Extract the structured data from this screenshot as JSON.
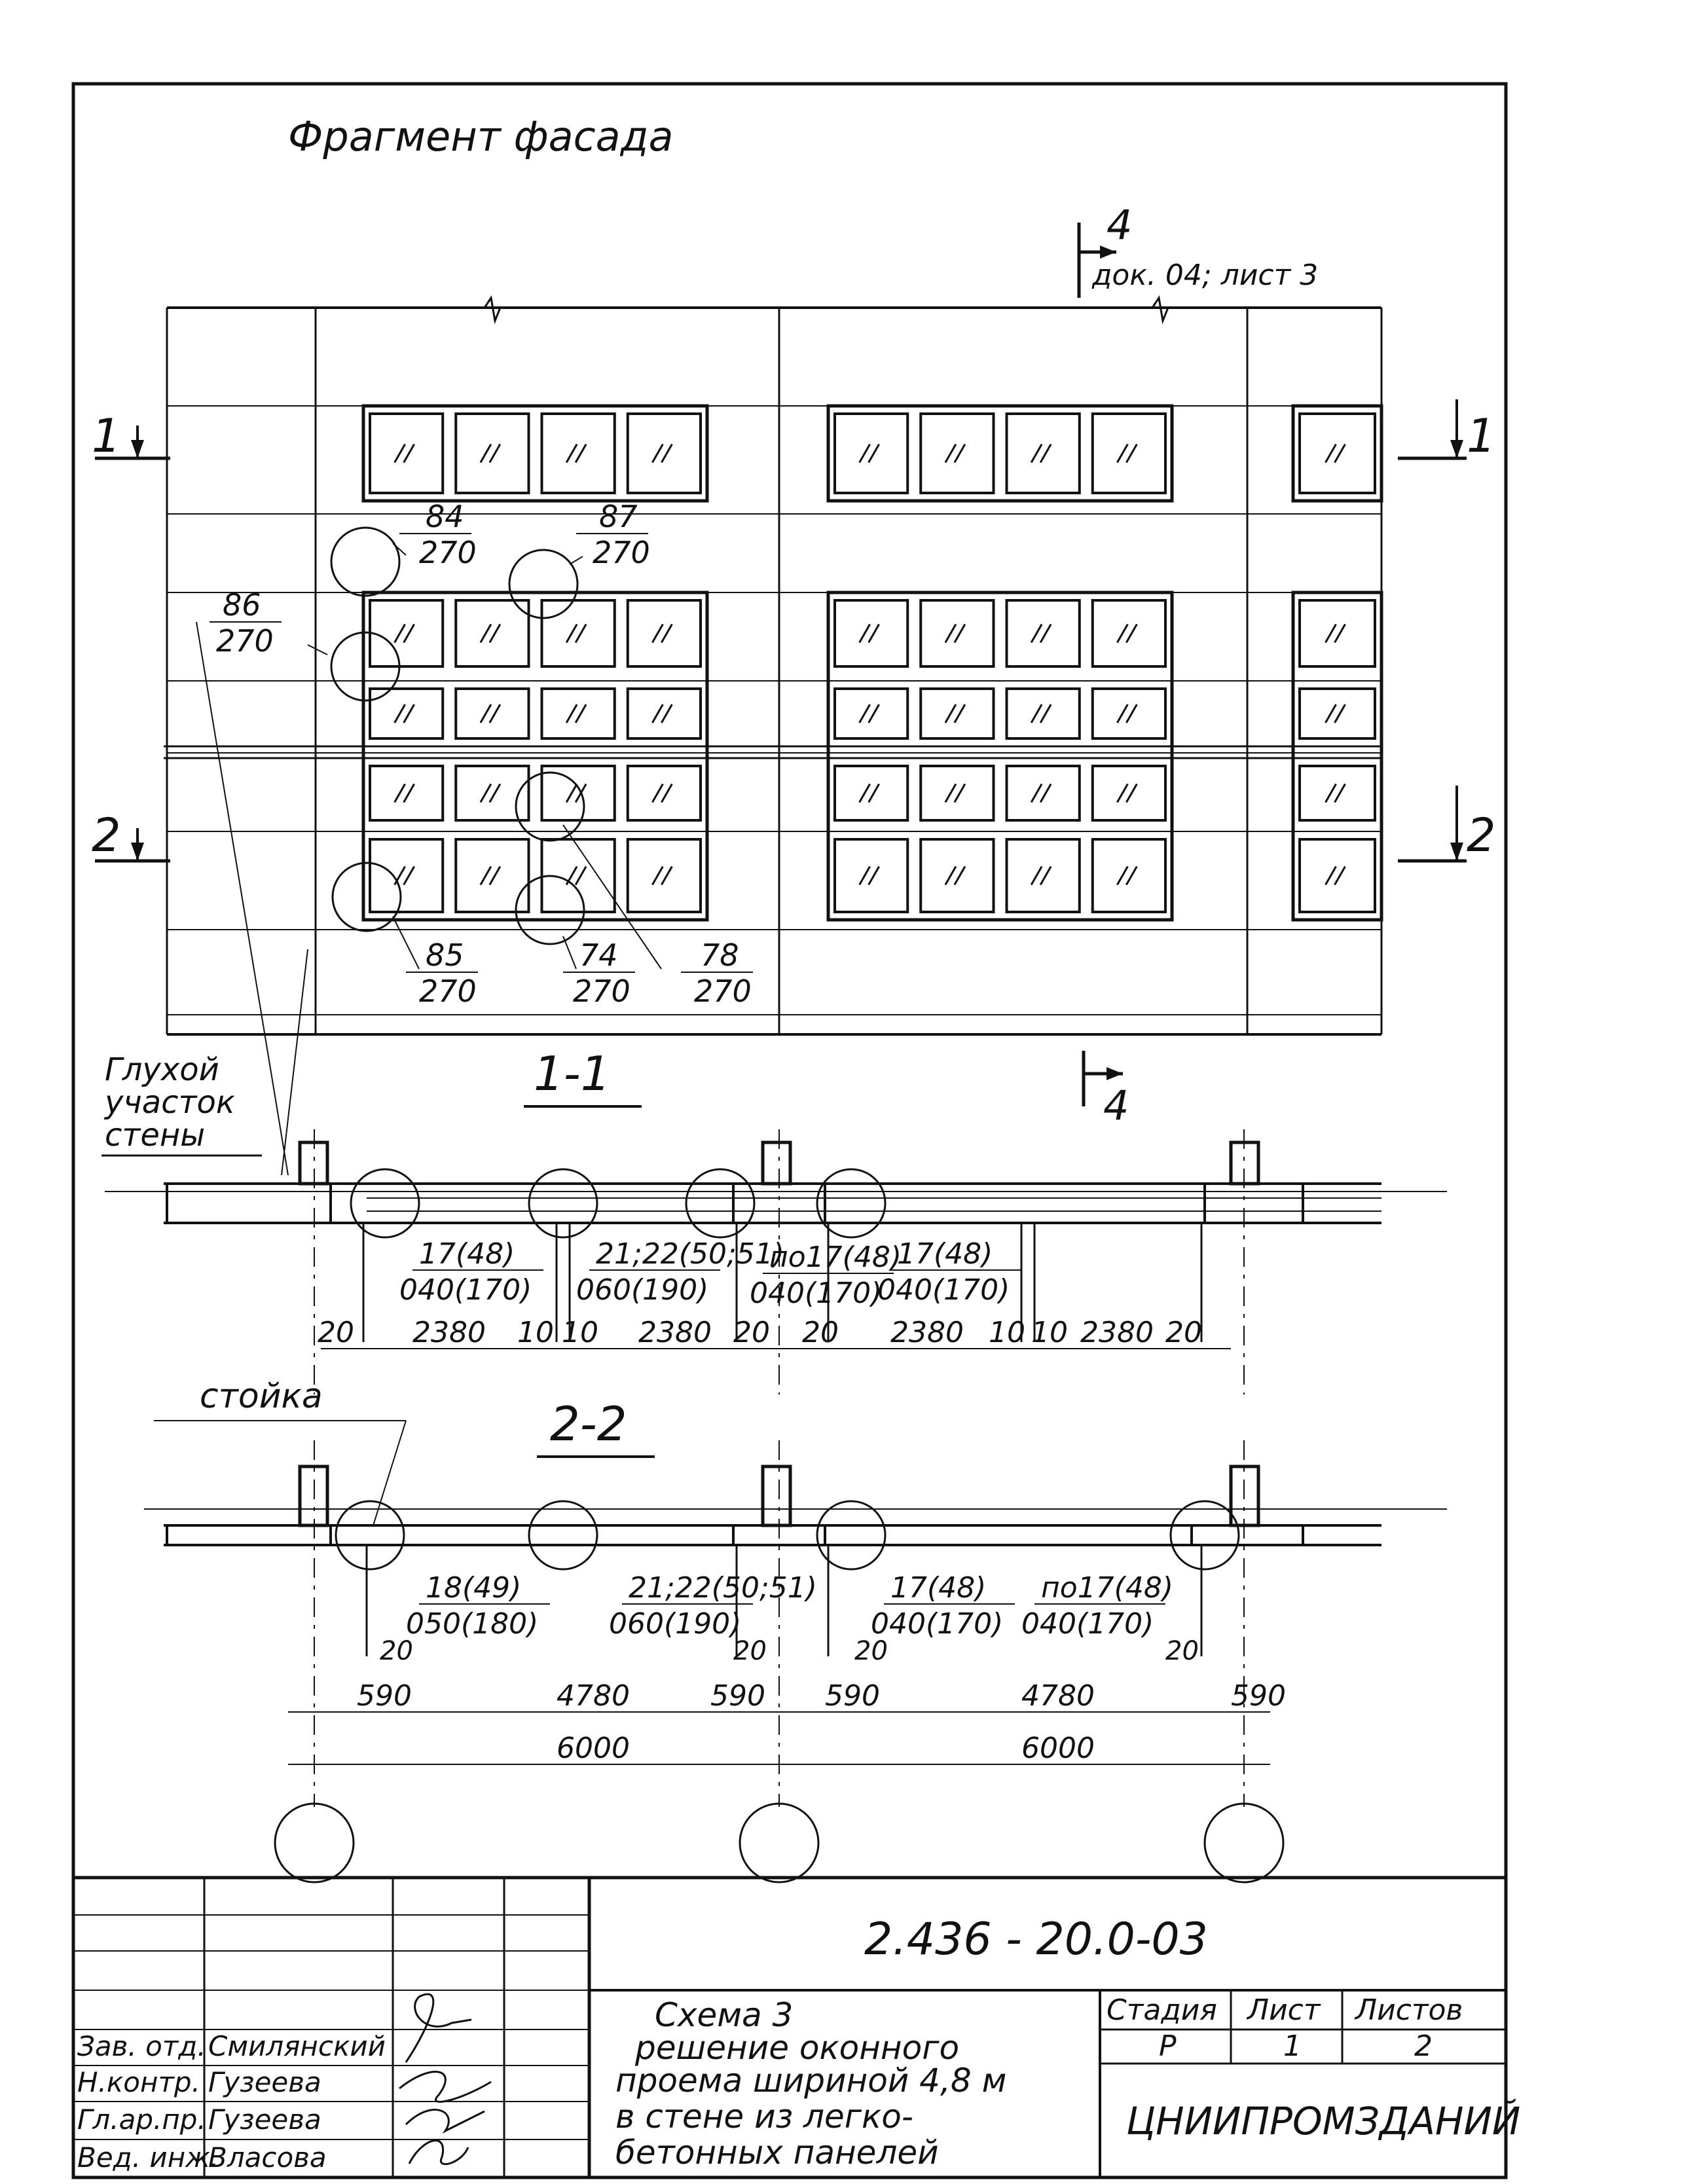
{
  "facade": {
    "title": "Фрагмент фасада",
    "ref_section": "4",
    "ref_doc": "док. 04; лист 3",
    "cut_1": "1",
    "cut_2": "2",
    "blind_wall": [
      "Глухой",
      "участок",
      "стены"
    ]
  },
  "callouts": [
    {
      "num": "84",
      "sheet": "270"
    },
    {
      "num": "87",
      "sheet": "270"
    },
    {
      "num": "86",
      "sheet": "270"
    },
    {
      "num": "85",
      "sheet": "270"
    },
    {
      "num": "74",
      "sheet": "270"
    },
    {
      "num": "78",
      "sheet": "270"
    }
  ],
  "section_1_1": {
    "title": "1-1",
    "marker_bottom": "4",
    "labels": [
      {
        "top": "17(48)",
        "bottom": "040(170)"
      },
      {
        "top": "21;22(50;51)",
        "bottom": "060(190)"
      },
      {
        "top": "по17(48)",
        "bottom": "040(170)"
      },
      {
        "top": "17(48)",
        "bottom": "040(170)"
      }
    ],
    "dims": [
      "20",
      "2380",
      "10",
      "10",
      "2380",
      "20",
      "20",
      "2380",
      "10",
      "10",
      "2380",
      "20"
    ]
  },
  "section_2_2": {
    "title": "2-2",
    "post_label": "стойка",
    "labels": [
      {
        "top": "18(49)",
        "bottom": "050(180)"
      },
      {
        "top": "21;22(50;51)",
        "bottom": "060(190)"
      },
      {
        "top": "17(48)",
        "bottom": "040(170)"
      },
      {
        "top": "по17(48)",
        "bottom": "040(170)"
      }
    ],
    "dims_small": [
      "20",
      "20",
      "20",
      "20"
    ],
    "dims_row": [
      "590",
      "4780",
      "590",
      "590",
      "4780",
      "590"
    ],
    "dims_total": [
      "6000",
      "6000"
    ]
  },
  "title_block": {
    "code": "2.436 - 20.0-03",
    "roles": [
      "Зав. отд.",
      "Н.контр.",
      "Гл.ар.пр.",
      "Вед. инж."
    ],
    "names": [
      "Смилянский",
      "Гузеева",
      "Гузеева",
      "Власова"
    ],
    "description": [
      "Схема 3",
      "решение оконного",
      "проема шириной 4,8 м",
      "в стене из легко-",
      "бетонных панелей"
    ],
    "stage_header": "Стадия",
    "sheet_header": "Лист",
    "sheets_header": "Листов",
    "stage": "Р",
    "sheet": "1",
    "sheets": "2",
    "organization": "ЦНИИПРОМЗДАНИЙ"
  }
}
